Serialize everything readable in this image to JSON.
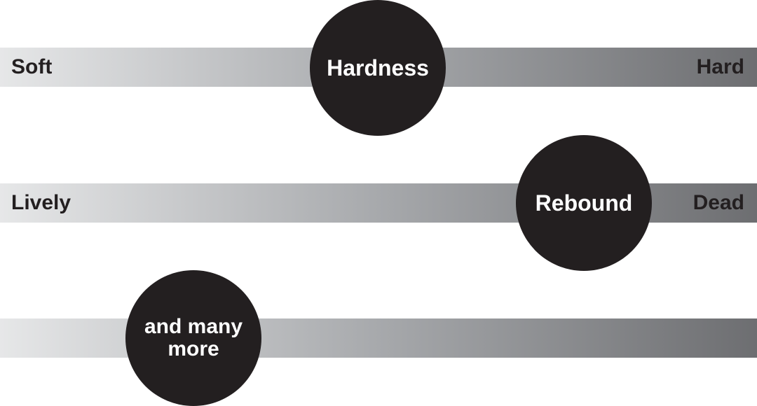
{
  "scales": {
    "hardness": {
      "property": "Hardness",
      "left_label": "Soft",
      "right_label": "Hard"
    },
    "rebound": {
      "property": "Rebound",
      "left_label": "Lively",
      "right_label": "Dead"
    },
    "more": {
      "property": "and many more"
    }
  },
  "colors": {
    "gradient_light": "#e6e7e8",
    "gradient_mid": "#a7a9ac",
    "gradient_dark": "#6d6e71",
    "circle": "#231f20",
    "label_text": "#231f20",
    "circle_text": "#ffffff"
  }
}
